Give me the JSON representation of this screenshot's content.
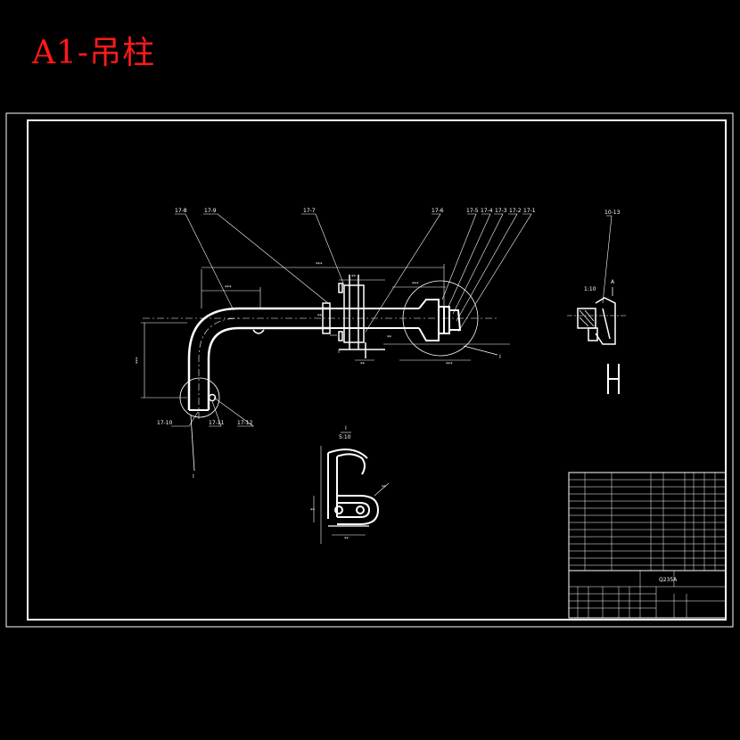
{
  "sheet_title": "A1-吊柱",
  "colors": {
    "background": "#000000",
    "lines": "#ffffff",
    "title": "#ff1a1a"
  },
  "part_callouts": {
    "left": [
      "17-8",
      "17-9"
    ],
    "center": [
      "17-7",
      "17-6"
    ],
    "right": [
      "17-5",
      "17-4",
      "17-3",
      "17-2",
      "17-1"
    ],
    "section": "10-13",
    "bottom": [
      "17-10",
      "17-11",
      "17-12"
    ],
    "detail_mark": "I"
  },
  "detail_view": {
    "label": "I",
    "scale": "5:10"
  },
  "section_view": {
    "label": "A",
    "scale": "1:10"
  },
  "title_block": {
    "drawing_code": "Q235A"
  }
}
